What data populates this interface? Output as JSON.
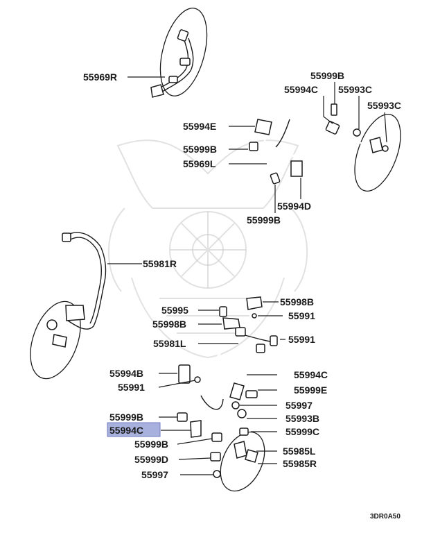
{
  "diagram_code": "3DR0A50",
  "highlighted_part": "55994C",
  "labels": {
    "l55969R": "55969R",
    "l55999B_top": "55999B",
    "l55994C_top": "55994C",
    "l55993C_a": "55993C",
    "l55993C_b": "55993C",
    "l55994E": "55994E",
    "l55999B_mid": "55999B",
    "l55969L": "55969L",
    "l55994D": "55994D",
    "l55999B_mid2": "55999B",
    "l55981R": "55981R",
    "l55995": "55995",
    "l55998B_a": "55998B",
    "l55998B_b": "55998B",
    "l55991_a": "55991",
    "l55981L": "55981L",
    "l55991_b": "55991",
    "l55994B": "55994B",
    "l55991_c": "55991",
    "l55994C_r": "55994C",
    "l55999E": "55999E",
    "l55997_r": "55997",
    "l55999B_bl": "55999B",
    "l55993B": "55993B",
    "l55994C_hl": "55994C",
    "l55999C": "55999C",
    "l55999B_bl2": "55999B",
    "l55985L": "55985L",
    "l55999D": "55999D",
    "l55985R": "55985R",
    "l55997_bl": "55997"
  }
}
